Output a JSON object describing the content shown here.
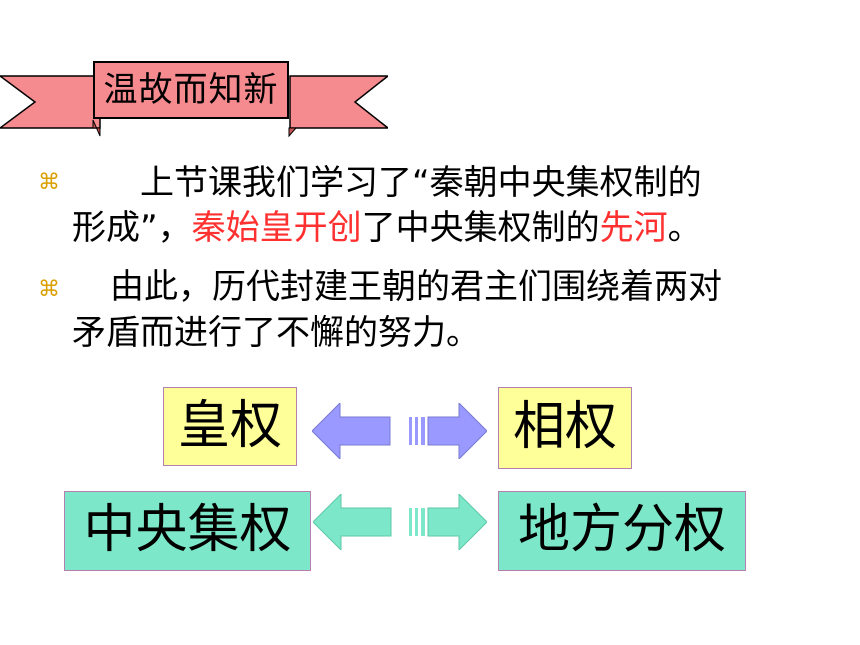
{
  "ribbon": {
    "title": "温故而知新"
  },
  "paragraphs": {
    "p1": {
      "line1": "上节课我们学习了“秦朝中央集权制的",
      "line2_a": "形成”，",
      "line2_red1": "秦始皇开创",
      "line2_b": "了中央集权制的",
      "line2_red2": "先河",
      "line2_c": "。"
    },
    "p2": {
      "line1": "由此，历代封建王朝的君主们围绕着两对",
      "line2": "矛盾而进行了不懈的努力。"
    },
    "bullet_symbol": "⌘"
  },
  "pairs": {
    "row1": {
      "left": "皇权",
      "right": "相权",
      "arrow_color": "#9999ff"
    },
    "row2": {
      "left": "中央集权",
      "right": "地方分权",
      "arrow_color": "#7de8c9"
    }
  },
  "colors": {
    "ribbon": "#f58a8f",
    "yellow": "#ffff99",
    "teal": "#7de8c9",
    "highlight": "#ff3030",
    "bullet": "#d9a000"
  }
}
